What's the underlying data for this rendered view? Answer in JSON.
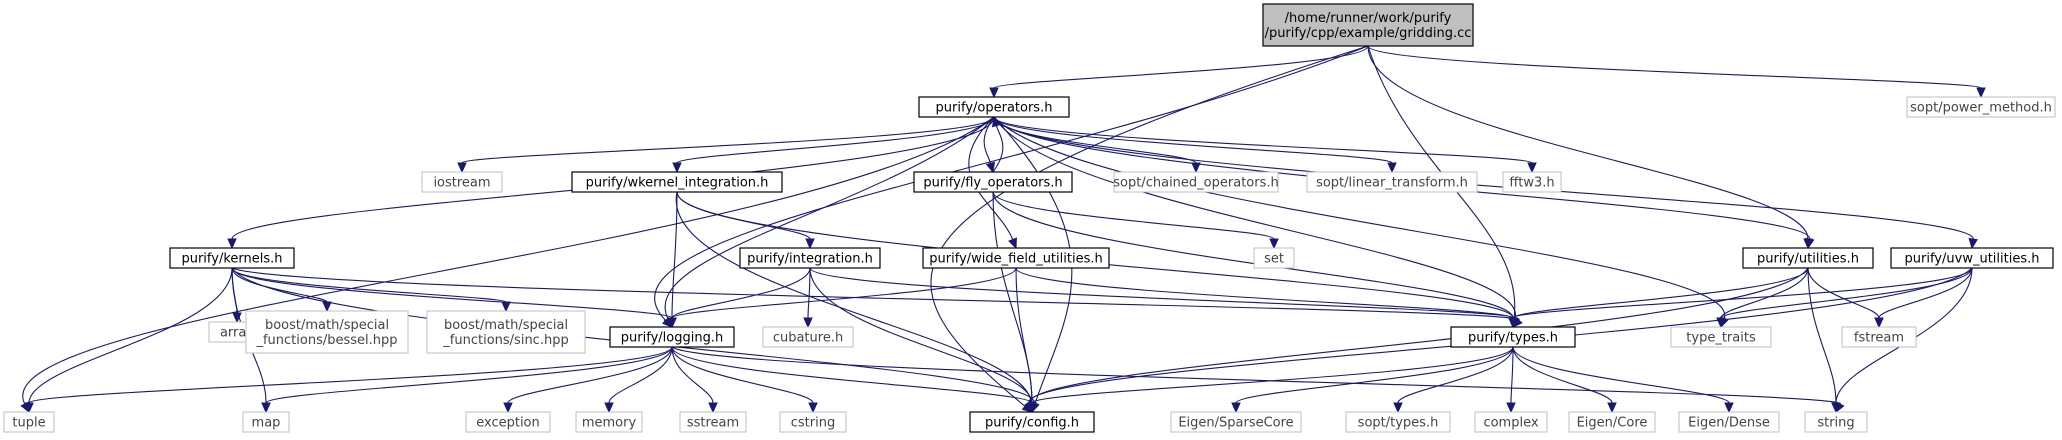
{
  "nodes": {
    "root": {
      "lines": [
        "/home/runner/work/purify",
        "/purify/cpp/example/gridding.cc"
      ],
      "kind": "root"
    },
    "operators": {
      "lines": [
        "purify/operators.h"
      ],
      "kind": "internal"
    },
    "power_method": {
      "lines": [
        "sopt/power_method.h"
      ],
      "kind": "external"
    },
    "iostream": {
      "lines": [
        "iostream"
      ],
      "kind": "external"
    },
    "wkernel_integration": {
      "lines": [
        "purify/wkernel_integration.h"
      ],
      "kind": "internal"
    },
    "fly_operators": {
      "lines": [
        "purify/fly_operators.h"
      ],
      "kind": "internal"
    },
    "chained_operators": {
      "lines": [
        "sopt/chained_operators.h"
      ],
      "kind": "external"
    },
    "linear_transform": {
      "lines": [
        "sopt/linear_transform.h"
      ],
      "kind": "external"
    },
    "fftw3": {
      "lines": [
        "fftw3.h"
      ],
      "kind": "external"
    },
    "kernels": {
      "lines": [
        "purify/kernels.h"
      ],
      "kind": "internal"
    },
    "integration": {
      "lines": [
        "purify/integration.h"
      ],
      "kind": "internal"
    },
    "wide_field_utilities": {
      "lines": [
        "purify/wide_field_utilities.h"
      ],
      "kind": "internal"
    },
    "set": {
      "lines": [
        "set"
      ],
      "kind": "external"
    },
    "utilities": {
      "lines": [
        "purify/utilities.h"
      ],
      "kind": "internal"
    },
    "uvw_utilities": {
      "lines": [
        "purify/uvw_utilities.h"
      ],
      "kind": "internal"
    },
    "array": {
      "lines": [
        "array"
      ],
      "kind": "external"
    },
    "bessel": {
      "lines": [
        "boost/math/special",
        "_functions/bessel.hpp"
      ],
      "kind": "external"
    },
    "sinc": {
      "lines": [
        "boost/math/special",
        "_functions/sinc.hpp"
      ],
      "kind": "external"
    },
    "logging": {
      "lines": [
        "purify/logging.h"
      ],
      "kind": "internal"
    },
    "cubature": {
      "lines": [
        "cubature.h"
      ],
      "kind": "external"
    },
    "types": {
      "lines": [
        "purify/types.h"
      ],
      "kind": "internal"
    },
    "type_traits": {
      "lines": [
        "type_traits"
      ],
      "kind": "external"
    },
    "fstream": {
      "lines": [
        "fstream"
      ],
      "kind": "external"
    },
    "tuple": {
      "lines": [
        "tuple"
      ],
      "kind": "external"
    },
    "map": {
      "lines": [
        "map"
      ],
      "kind": "external"
    },
    "exception": {
      "lines": [
        "exception"
      ],
      "kind": "external"
    },
    "memory": {
      "lines": [
        "memory"
      ],
      "kind": "external"
    },
    "sstream": {
      "lines": [
        "sstream"
      ],
      "kind": "external"
    },
    "cstring": {
      "lines": [
        "cstring"
      ],
      "kind": "external"
    },
    "config": {
      "lines": [
        "purify/config.h"
      ],
      "kind": "internal"
    },
    "sparsecore": {
      "lines": [
        "Eigen/SparseCore"
      ],
      "kind": "external"
    },
    "sopt_types": {
      "lines": [
        "sopt/types.h"
      ],
      "kind": "external"
    },
    "complex": {
      "lines": [
        "complex"
      ],
      "kind": "external"
    },
    "eigen_core": {
      "lines": [
        "Eigen/Core"
      ],
      "kind": "external"
    },
    "eigen_dense": {
      "lines": [
        "Eigen/Dense"
      ],
      "kind": "external"
    },
    "string": {
      "lines": [
        "string"
      ],
      "kind": "external"
    }
  },
  "edges": [
    [
      "root",
      "operators"
    ],
    [
      "root",
      "power_method"
    ],
    [
      "root",
      "utilities"
    ],
    [
      "root",
      "types"
    ],
    [
      "root",
      "logging"
    ],
    [
      "root",
      "config"
    ],
    [
      "operators",
      "iostream"
    ],
    [
      "operators",
      "wkernel_integration"
    ],
    [
      "operators",
      "fly_operators"
    ],
    [
      "operators",
      "chained_operators"
    ],
    [
      "operators",
      "linear_transform"
    ],
    [
      "operators",
      "fftw3"
    ],
    [
      "operators",
      "kernels"
    ],
    [
      "operators",
      "wide_field_utilities"
    ],
    [
      "operators",
      "utilities"
    ],
    [
      "operators",
      "uvw_utilities"
    ],
    [
      "operators",
      "logging"
    ],
    [
      "operators",
      "types"
    ],
    [
      "operators",
      "config"
    ],
    [
      "operators",
      "tuple"
    ],
    [
      "operators",
      "type_traits"
    ],
    [
      "fly_operators",
      "operators"
    ],
    [
      "fly_operators",
      "set"
    ],
    [
      "fly_operators",
      "types"
    ],
    [
      "fly_operators",
      "config"
    ],
    [
      "wkernel_integration",
      "integration"
    ],
    [
      "wkernel_integration",
      "logging"
    ],
    [
      "wkernel_integration",
      "types"
    ],
    [
      "wkernel_integration",
      "config"
    ],
    [
      "kernels",
      "array"
    ],
    [
      "kernels",
      "bessel"
    ],
    [
      "kernels",
      "sinc"
    ],
    [
      "kernels",
      "logging"
    ],
    [
      "kernels",
      "types"
    ],
    [
      "kernels",
      "config"
    ],
    [
      "kernels",
      "tuple"
    ],
    [
      "kernels",
      "map"
    ],
    [
      "integration",
      "cubature"
    ],
    [
      "integration",
      "logging"
    ],
    [
      "integration",
      "types"
    ],
    [
      "integration",
      "config"
    ],
    [
      "wide_field_utilities",
      "logging"
    ],
    [
      "wide_field_utilities",
      "types"
    ],
    [
      "wide_field_utilities",
      "config"
    ],
    [
      "utilities",
      "types"
    ],
    [
      "utilities",
      "type_traits"
    ],
    [
      "utilities",
      "fstream"
    ],
    [
      "utilities",
      "string"
    ],
    [
      "utilities",
      "config"
    ],
    [
      "uvw_utilities",
      "types"
    ],
    [
      "uvw_utilities",
      "type_traits"
    ],
    [
      "uvw_utilities",
      "fstream"
    ],
    [
      "uvw_utilities",
      "string"
    ],
    [
      "uvw_utilities",
      "config"
    ],
    [
      "logging",
      "tuple"
    ],
    [
      "logging",
      "map"
    ],
    [
      "logging",
      "exception"
    ],
    [
      "logging",
      "memory"
    ],
    [
      "logging",
      "sstream"
    ],
    [
      "logging",
      "cstring"
    ],
    [
      "logging",
      "config"
    ],
    [
      "logging",
      "string"
    ],
    [
      "types",
      "config"
    ],
    [
      "types",
      "sparsecore"
    ],
    [
      "types",
      "sopt_types"
    ],
    [
      "types",
      "complex"
    ],
    [
      "types",
      "eigen_core"
    ],
    [
      "types",
      "eigen_dense"
    ]
  ],
  "colors": {
    "edge": "#191970",
    "root_fill": "#bfbfbf",
    "external_border": "#bfbfbf",
    "internal_border": "#000000"
  }
}
